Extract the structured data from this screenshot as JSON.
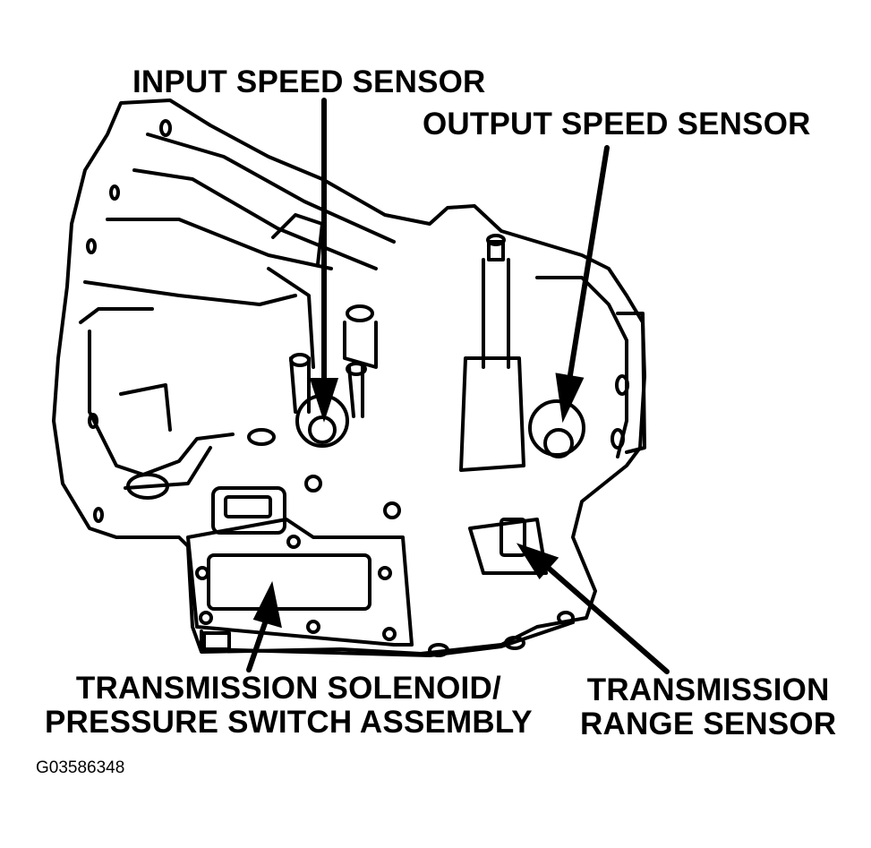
{
  "labels": {
    "input_speed_sensor": "INPUT SPEED SENSOR",
    "output_speed_sensor": "OUTPUT SPEED SENSOR",
    "solenoid_line1": "TRANSMISSION SOLENOID/",
    "solenoid_line2": "PRESSURE SWITCH ASSEMBLY",
    "range_line1": "TRANSMISSION",
    "range_line2": "RANGE SENSOR"
  },
  "figure_id": "G03586348"
}
